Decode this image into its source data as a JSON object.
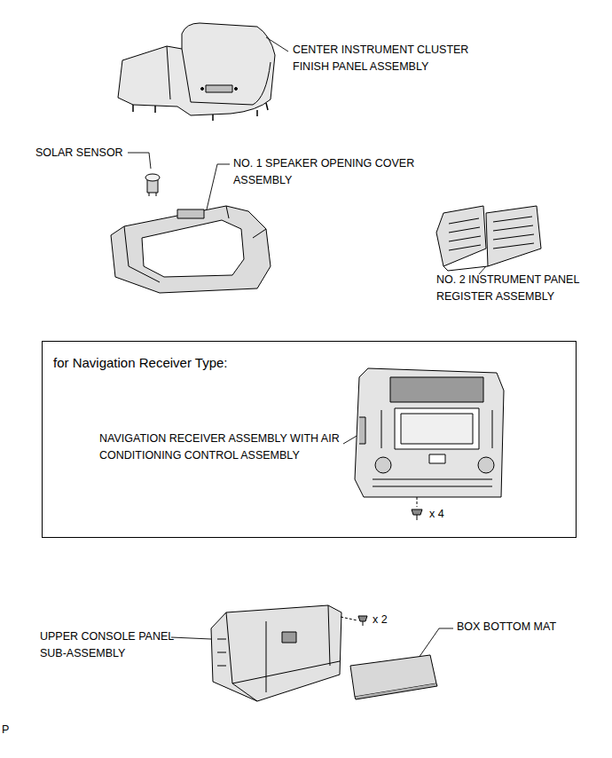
{
  "diagram": {
    "nodes": [
      {
        "text": [
          "for Navigation Receiver Type:",
          "NAVIGATION RECEIVER ASSEMBLY WITH AIR CONDITIONING CONTROL ASSEMBLY",
          "x 4"
        ]
      }
    ],
    "labels": [
      "CENTER INSTRUMENT CLUSTER FINISH PANEL ASSEMBLY",
      "SOLAR SENSOR",
      "NO. 1 SPEAKER OPENING COVER ASSEMBLY",
      "NO. 2 INSTRUMENT PANEL REGISTER ASSEMBLY",
      "UPPER CONSOLE PANEL SUB-ASSEMBLY",
      "x 2",
      "BOX BOTTOM MAT",
      "P"
    ]
  }
}
